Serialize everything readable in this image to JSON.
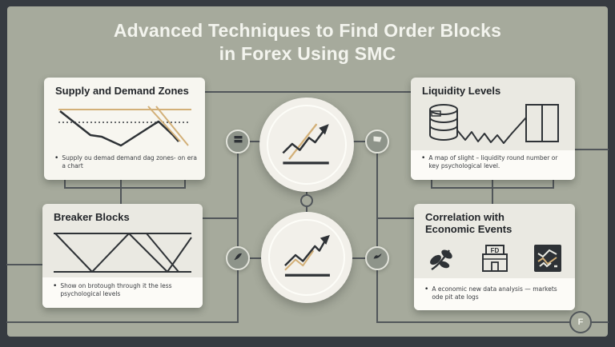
{
  "header": {
    "title_line1": "Advanced Techniques to Find Order Blocks",
    "title_line2": "in Forex Using SMC"
  },
  "colors": {
    "frame": "#363b41",
    "background": "#a6aa9c",
    "connector": "#51565a",
    "tan_accent": "#d3b078",
    "ink": "#2e3236",
    "card": "#eae9e2",
    "card_strip": "#fcfbf7"
  },
  "cards": [
    {
      "id": "supply-demand",
      "title": "Supply and Demand Zones",
      "bullet": "Supply ou demad demand dag zones- on era a chart",
      "icon": "price-line-with-zone-levels"
    },
    {
      "id": "liquidity",
      "title": "Liquidity Levels",
      "bullet": "A map of slight – liquidity round number or key psychological level.",
      "icon": "database-zigzag-candle"
    },
    {
      "id": "breaker",
      "title": "Breaker Blocks",
      "bullet": "Show on brotough through it the less psychological levels",
      "icon": "breaker-zigzag-rails"
    },
    {
      "id": "correlation",
      "title": "Correlation with Economic Events",
      "bullet": "A economic new data analysis — markets ode pit ate logs",
      "icons": [
        "plant-icon",
        "bank-building-icon",
        "chart-tile-icon"
      ],
      "building_label": "FD"
    }
  ],
  "center": {
    "top_circle_icon": "rising-trend-arrow",
    "bottom_circle_icon": "rising-trend-arrow"
  },
  "mini_icons": [
    "box-icon",
    "flag-icon",
    "plant-icon",
    "bird-icon"
  ],
  "badge": {
    "letter": "F"
  }
}
